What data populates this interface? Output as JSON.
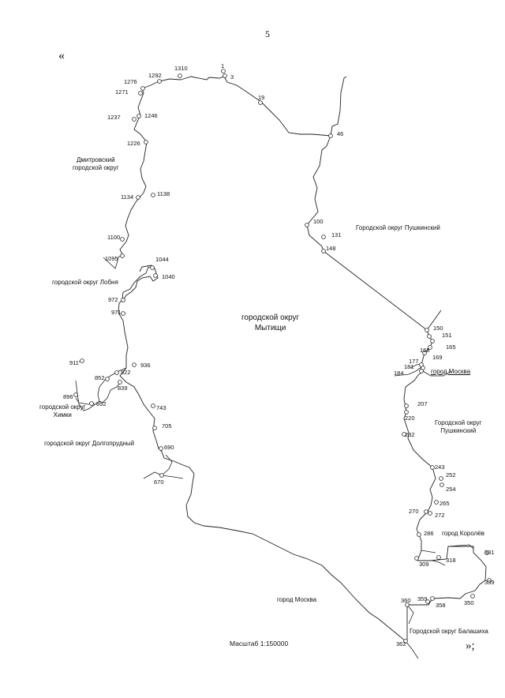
{
  "page_number": "5",
  "quote_open": "«",
  "quote_close": "»;",
  "scale": "Масштаб 1:150000",
  "areas": {
    "mytishchi_1": "городской округ",
    "mytishchi_2": "Мытищи",
    "dmitrov_1": "Дмитровский",
    "dmitrov_2": "городской округ",
    "pushkinsky_top": "Городской округ Пушкинский",
    "lobnya": "городской округ Лобня",
    "khimki_1": "городской округ",
    "khimki_2": "Химки",
    "dolgoprudny": "городской округ Долгопрудный",
    "moscow_ne": "город Москва",
    "pushkinsky_e_1": "Городской округ",
    "pushkinsky_e_2": "Пушкинский",
    "korolev": "город Королёв",
    "moscow_s": "город Москва",
    "balashikha": "Городской округ Балашиха"
  },
  "points": [
    "1",
    "3",
    "19",
    "46",
    "100",
    "131",
    "148",
    "150",
    "151",
    "165",
    "168",
    "169",
    "177",
    "181",
    "184",
    "207",
    "220",
    "232",
    "243",
    "252",
    "254",
    "265",
    "270",
    "272",
    "286",
    "309",
    "318",
    "331",
    "339",
    "350",
    "358",
    "359",
    "360",
    "362",
    "670",
    "690",
    "705",
    "743",
    "839",
    "852",
    "892",
    "896",
    "911'",
    "922",
    "936",
    "971",
    "972",
    "1040",
    "1044",
    "1095",
    "1100",
    "1134",
    "1138",
    "1226",
    "1237",
    "1246",
    "1271",
    "1276",
    "1292",
    "1310"
  ]
}
